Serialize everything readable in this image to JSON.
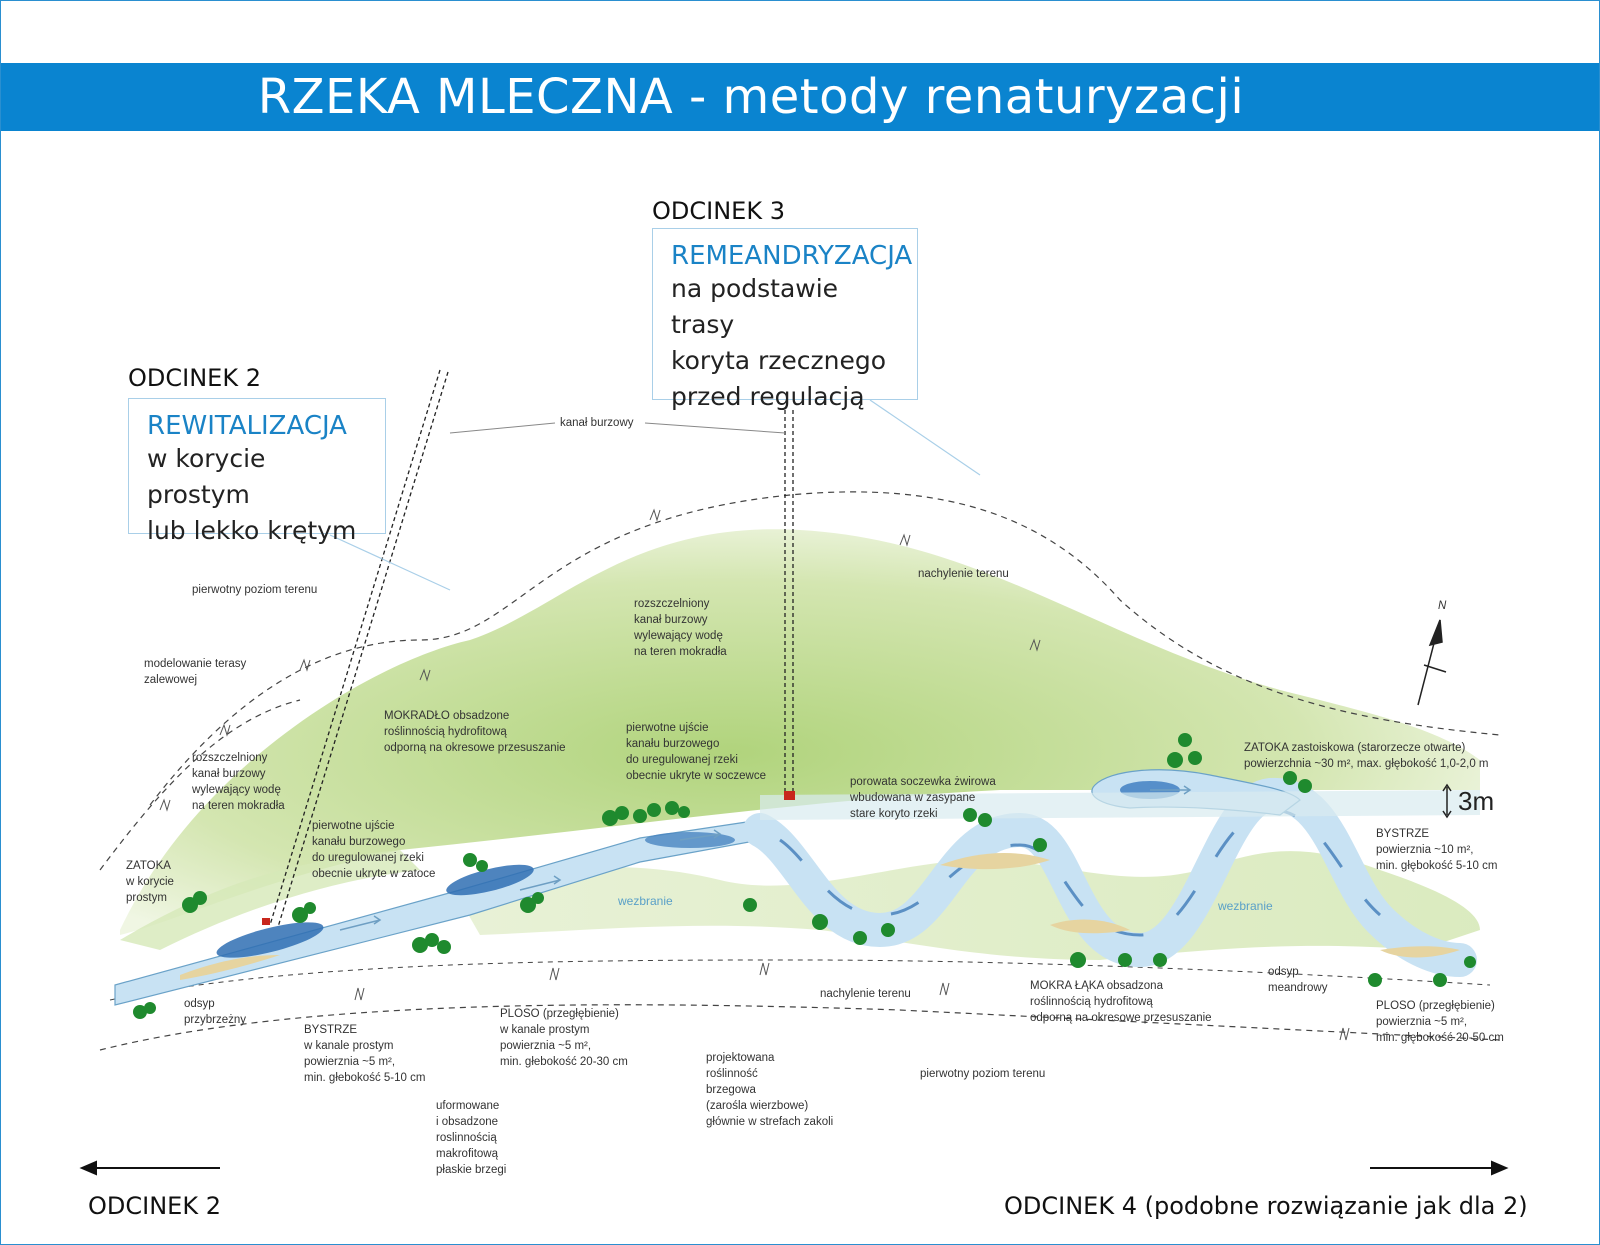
{
  "title": "RZEKA MLECZNA - metody renaturyzacji",
  "section2": {
    "heading": "ODCINEK 2",
    "method": "REWITALIZACJA",
    "desc": [
      "w korycie prostym",
      "lub lekko krętym"
    ]
  },
  "section3": {
    "heading": "ODCINEK 3",
    "method": "REMEANDRYZACJA",
    "desc": [
      "na podstawie trasy",
      "koryta rzecznego",
      "przed regulacją"
    ]
  },
  "labels": {
    "kanal_burzowy": "kanał burzowy",
    "pierwotny_poziom_top": "pierwotny poziom terenu",
    "nachylenie_top": "nachylenie terenu",
    "modelowanie": [
      "modelowanie terasy",
      "zalewowej"
    ],
    "rozszczelniony_right": [
      "rozszczelniony",
      "kanał burzowy",
      "wylewający wodę",
      "na teren mokradła"
    ],
    "mokradlo": [
      "MOKRADŁO obsadzone",
      "roślinnością hydrofitową",
      "odporną na okresowe przesuszanie"
    ],
    "pierwotne_ujscie_right": [
      "pierwotne ujście",
      "kanału burzowego",
      "do uregulowanej rzeki",
      "obecnie ukryte w soczewce"
    ],
    "rozszczelniony_left": [
      "rozszczelniony",
      "kanał burzowy",
      "wylewający wodę",
      "na teren mokradła"
    ],
    "pierwotne_ujscie_left": [
      "pierwotne ujście",
      "kanału burzowego",
      "do uregulowanej rzeki",
      "obecnie ukryte w zatoce"
    ],
    "zatoka_koryto": [
      "ZATOKA",
      "w korycie",
      "prostym"
    ],
    "porowata": [
      "porowata soczewka żwirowa",
      "wbudowana w zasypane",
      "stare koryto rzeki"
    ],
    "zatoka_zastoiskowa": [
      "ZATOKA zastoiskowa (starorzecze otwarte)",
      "powierzchnia ~30 m², max. głębokość 1,0-2,0 m"
    ],
    "bystrze_right": [
      "BYSTRZE",
      "powierznia ~10 m²,",
      "min. głębokość 5-10 cm"
    ],
    "wezbranie_left": "wezbranie",
    "wezbranie_right": "wezbranie",
    "odsyp_przybrzezny": [
      "odsyp",
      "przybrzeżny"
    ],
    "bystrze_left": [
      "BYSTRZE",
      "w kanale prostym",
      "powierznia ~5 m²,",
      "min. głebokość 5-10 cm"
    ],
    "ploso_left": [
      "PLOSO (przegłębienie)",
      "w kanale prostym",
      "powierznia ~5 m²,",
      "min. głebokość 20-30 cm"
    ],
    "uformowane": [
      "uformowane",
      "i obsadzone",
      "roslinnością",
      "makrofitową",
      "płaskie brzegi"
    ],
    "projektowana": [
      "projektowana",
      "roślinność",
      "brzegowa",
      "(zarośla wierzbowe)",
      "głównie w strefach zakoli"
    ],
    "nachylenie_bottom": "nachylenie terenu",
    "mokra_laka": [
      "MOKRA ŁĄKA obsadzona",
      "roślinnością hydrofitową",
      "odporną na okresowe przesuszanie"
    ],
    "odsyp_meandrowy": [
      "odsyp",
      "meandrowy"
    ],
    "ploso_right": [
      "PLOSO (przegłębienie)",
      "powierznia ~5 m²,",
      "min. głębokość 20-50 cm"
    ],
    "pierwotny_poziom_bottom": "pierwotny poziom terenu"
  },
  "compass": "N",
  "scale_bar": "3m",
  "footer": {
    "left": "ODCINEK 2",
    "right": "ODCINEK 4 (podobne rozwiązanie jak dla 2)"
  },
  "colors": {
    "banner": "#0a84d0",
    "accent_text": "#1a83c6",
    "terrain_green": "#bcd98a",
    "water": "#bfdcef",
    "deep_water": "#2a6fb0",
    "gravel": "#eadcb0",
    "tree": "#1f8a2e"
  }
}
